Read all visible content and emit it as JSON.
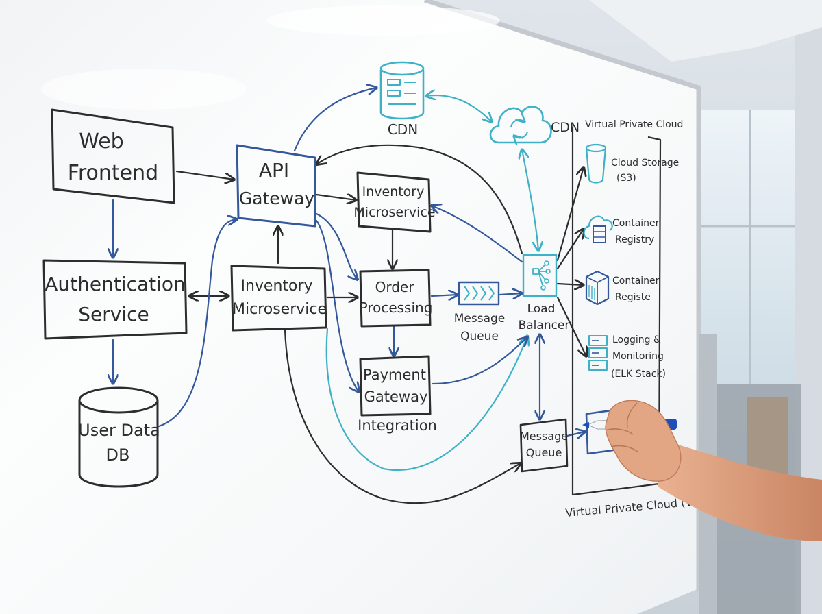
{
  "diagram": {
    "nodes": {
      "web_frontend": [
        "Web",
        "Frontend"
      ],
      "api_gateway": [
        "API",
        "Gateway"
      ],
      "authentication_service": [
        "Authentication",
        "Service"
      ],
      "inventory_microservice_top": [
        "Inventory",
        "Microservice"
      ],
      "inventory_microservice_main": [
        "Inventory",
        "Microservice"
      ],
      "order_processing": [
        "Order",
        "Processing"
      ],
      "payment_gateway": [
        "Payment",
        "Gateway"
      ],
      "payment_gateway_sub": "Integration",
      "user_data_db": [
        "User Data",
        "DB"
      ],
      "cdn_top": "CDN",
      "cdn_cloud": "CDN",
      "message_queue_mid": [
        "Message",
        "Queue"
      ],
      "message_queue_bottom": [
        "Message",
        "Queue"
      ],
      "load_balancer": [
        "Load",
        "Balancer"
      ]
    },
    "vpc": {
      "top_label": "Virtual Private Cloud",
      "bottom_label": "Virtual Private Cloud (VPC)",
      "items": [
        {
          "label": [
            "Cloud Storage",
            "(S3)"
          ],
          "icon": "bucket-icon"
        },
        {
          "label": [
            "Container",
            "Registry"
          ],
          "icon": "cloud-registry-icon"
        },
        {
          "label": [
            "Container",
            "Registe"
          ],
          "icon": "container-cube-icon"
        },
        {
          "label": [
            "Logging &",
            "Monitoring",
            "(ELK Stack)"
          ],
          "icon": "server-rack-icon"
        }
      ]
    },
    "marker": {
      "cap_color": "#1e4fb8",
      "body_color": "#ffffff"
    },
    "colors": {
      "ink_dark": "#2d2d2f",
      "ink_blue": "#34589c",
      "ink_teal": "#3fb1c6"
    }
  }
}
